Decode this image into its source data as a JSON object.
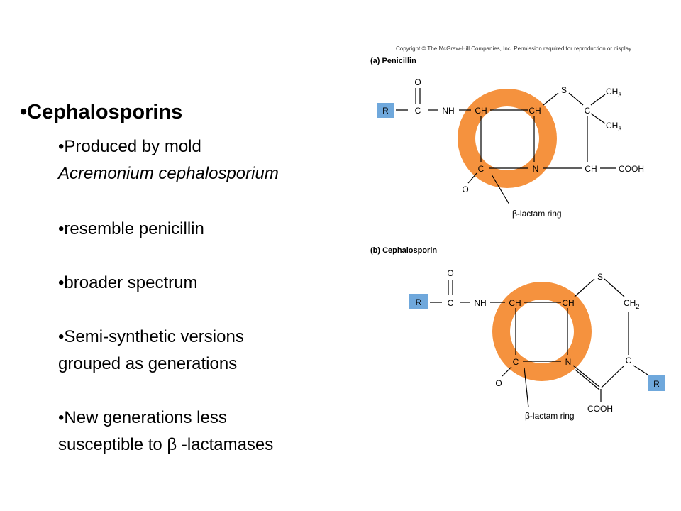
{
  "slide": {
    "title": "•Cephalosporins",
    "bullets": {
      "produced_line1": "•Produced by mold",
      "produced_line2": "Acremonium cephalosporium",
      "resemble": "•resemble penicillin",
      "broader": "•broader spectrum",
      "semi_line1": "•Semi-synthetic versions",
      "semi_line2": "grouped as generations",
      "new_line1": "•New generations less",
      "new_line2": "susceptible to β -lactamases"
    }
  },
  "figure": {
    "copyright": "Copyright © The McGraw-Hill Companies, Inc. Permission required for reproduction or display.",
    "penicillin": {
      "label": "(a) Penicillin",
      "atoms": {
        "r": "R",
        "c_carbonyl": "C",
        "o_top": "O",
        "nh": "NH",
        "ch_left": "CH",
        "ch_right": "CH",
        "c_ring": "C",
        "n_ring": "N",
        "o_bottom": "O",
        "s": "S",
        "c_quat": "C",
        "ch3_1": "CH",
        "ch3_2": "CH",
        "ch_cooh": "CH",
        "cooh": "COOH",
        "sub3": "3"
      },
      "ring_label": "β-lactam ring"
    },
    "cephalosporin": {
      "label": "(b) Cephalosporin",
      "atoms": {
        "r_left": "R",
        "c_carbonyl": "C",
        "o_top": "O",
        "nh": "NH",
        "ch_left": "CH",
        "ch_right": "CH",
        "c_ring": "C",
        "n_ring": "N",
        "o_bottom": "O",
        "s": "S",
        "ch2": "CH",
        "sub2": "2",
        "c_right": "C",
        "r_right": "R",
        "cooh": "COOH"
      },
      "ring_label": "β-lactam ring"
    },
    "colors": {
      "ring": "#f5923e",
      "r_box": "#6fa8dc",
      "line": "#000000"
    }
  }
}
